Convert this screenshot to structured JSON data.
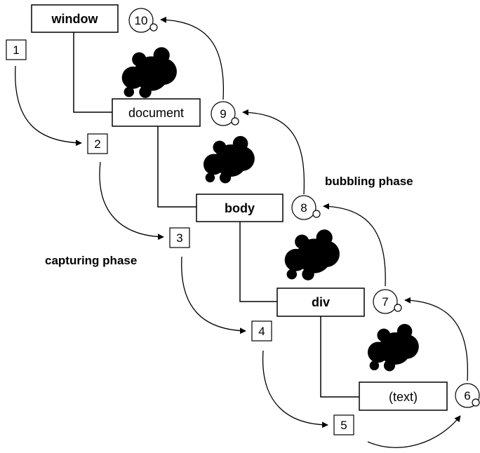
{
  "nodes": [
    {
      "id": "window",
      "label": "window"
    },
    {
      "id": "document",
      "label": "document"
    },
    {
      "id": "body",
      "label": "body"
    },
    {
      "id": "div",
      "label": "div"
    },
    {
      "id": "text",
      "label": "(text)"
    }
  ],
  "capturing_steps": [
    "1",
    "2",
    "3",
    "4",
    "5"
  ],
  "bubbling_steps": [
    "6",
    "7",
    "8",
    "9",
    "10"
  ],
  "labels": {
    "capturing": "capturing phase",
    "bubbling": "bubbling phase"
  }
}
